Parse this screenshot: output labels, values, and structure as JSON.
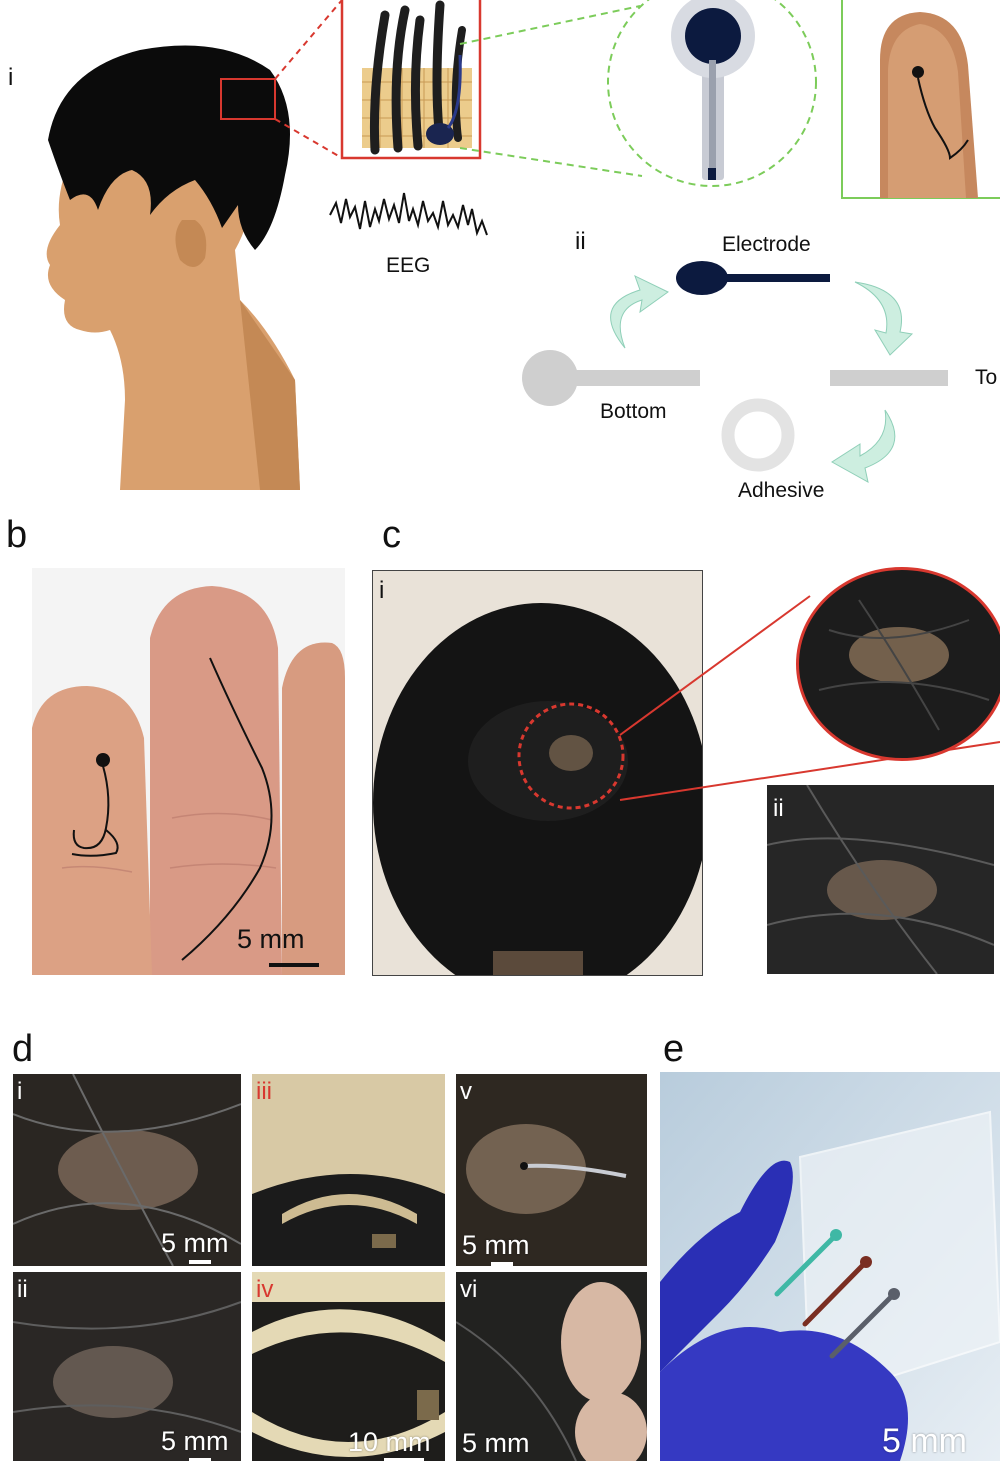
{
  "panel_a": {
    "sub_i": "i",
    "sub_ii": "ii",
    "eeg_label": "EEG",
    "layers": {
      "electrode": "Electrode",
      "top": "To",
      "bottom": "Bottom",
      "adhesive": "Adhesive"
    }
  },
  "panel_b": {
    "letter": "b",
    "scale": "5 mm"
  },
  "panel_c": {
    "letter": "c",
    "sub_i": "i",
    "sub_ii": "ii"
  },
  "panel_d": {
    "letter": "d",
    "tiles": [
      {
        "numeral": "i",
        "scale": "5 mm"
      },
      {
        "numeral": "ii",
        "scale": "5 mm"
      },
      {
        "numeral": "iii",
        "scale": ""
      },
      {
        "numeral": "iv",
        "scale": "10 mm"
      },
      {
        "numeral": "v",
        "scale": "5 mm"
      },
      {
        "numeral": "vi",
        "scale": "5 mm"
      }
    ]
  },
  "panel_e": {
    "letter": "e",
    "scale": "5 mm"
  },
  "colors": {
    "hair": "#0b0b0b",
    "skin": "#d9a06e",
    "skin_dark": "#c48955",
    "highlight_red": "#d8382f",
    "guide_green": "#7ccc5a",
    "arrow_mint": "#cdeee0",
    "electrode_navy": "#0c1a3f",
    "layer_gray": "#cfcfcf",
    "glove_blue": "#2a2fb5"
  }
}
